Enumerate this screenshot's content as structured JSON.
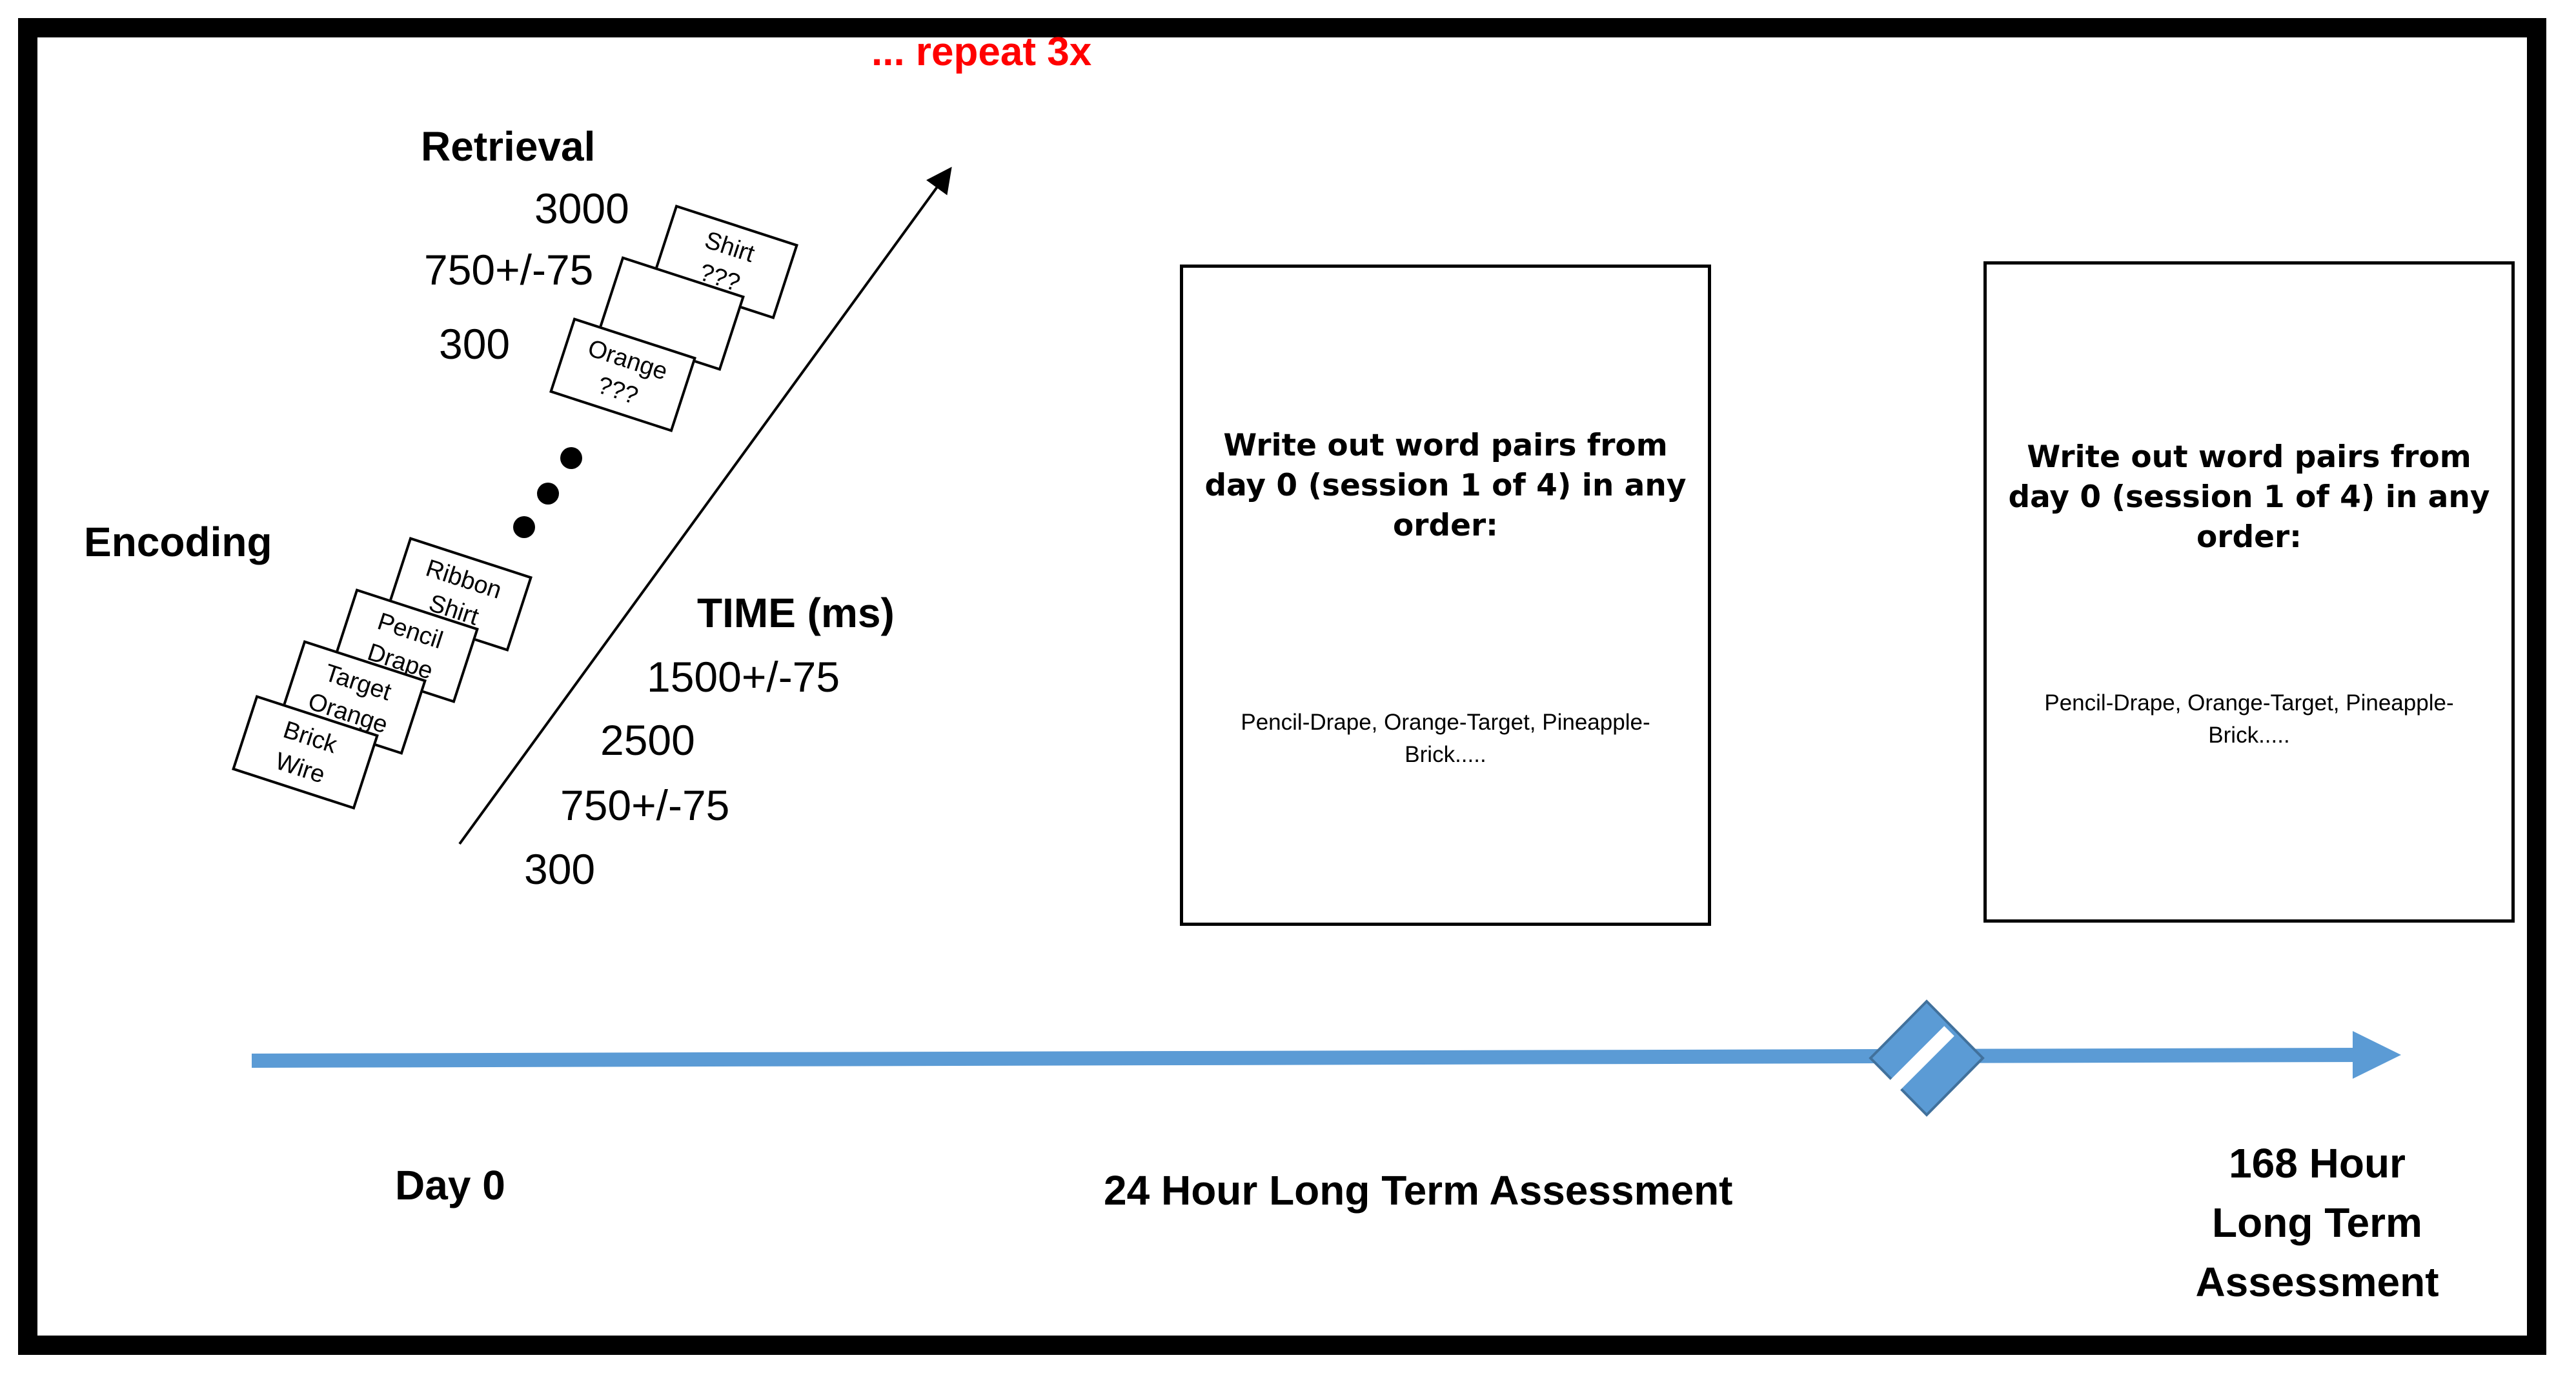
{
  "repeat_label": "... repeat 3x",
  "retrieval": {
    "title": "Retrieval",
    "timings": [
      "3000",
      "750+/-75",
      "300"
    ],
    "cards": [
      {
        "word": "Shirt",
        "cue": "???"
      },
      {
        "word": "",
        "cue": ""
      },
      {
        "word": "Orange",
        "cue": "???"
      }
    ]
  },
  "encoding": {
    "title": "Encoding",
    "cards": [
      {
        "word1": "Ribbon",
        "word2": "Shirt"
      },
      {
        "word1": "Pencil",
        "word2": "Drape"
      },
      {
        "word1": "Target",
        "word2": "Orange"
      },
      {
        "word1": "Brick",
        "word2": "Wire"
      }
    ]
  },
  "time": {
    "title": "TIME (ms)",
    "timings": [
      "1500+/-75",
      "2500",
      "750+/-75",
      "300"
    ]
  },
  "recall_boxes": [
    {
      "prompt": "Write out word pairs from day 0 (session 1 of 4) in any order:",
      "example": "Pencil-Drape, Orange-Target, Pineapple-Brick....."
    },
    {
      "prompt": "Write out word pairs from day 0 (session 1 of 4) in any order:",
      "example": "Pencil-Drape, Orange-Target, Pineapple-Brick....."
    }
  ],
  "timeline": {
    "day0": "Day 0",
    "hour24": "24 Hour Long Term Assessment",
    "hour168": [
      "168 Hour",
      "Long Term",
      "Assessment"
    ]
  },
  "colors": {
    "repeat": "#ff0000",
    "timeline": "#5b9bd5",
    "timeline_break_border": "#41719c"
  }
}
